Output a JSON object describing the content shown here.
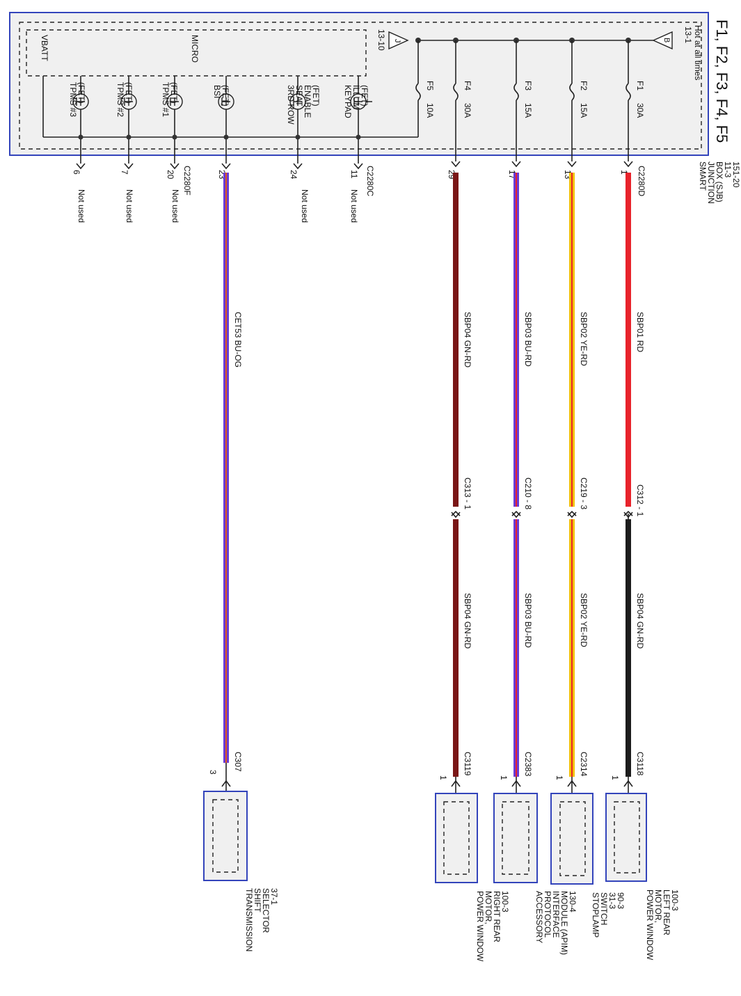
{
  "page_title": "F1, F2, F3, F4, F5",
  "sjb": {
    "hot_label": "Hot at all times",
    "hot_ref": "13-1",
    "hot_flag": "B",
    "left_ref": "13-10",
    "left_flag": "J",
    "micro": "MICRO",
    "vbatt": "VBATT",
    "name_lines": [
      "SMART",
      "JUNCTION",
      "BOX (SJB)",
      "11-3",
      "151-20"
    ]
  },
  "fuses": [
    {
      "name": "F1",
      "amps": "30A"
    },
    {
      "name": "F2",
      "amps": "15A"
    },
    {
      "name": "F3",
      "amps": "15A"
    },
    {
      "name": "F4",
      "amps": "30A"
    },
    {
      "name": "F5",
      "amps": "10A"
    }
  ],
  "fets": [
    {
      "lines": [
        "KEYPAD",
        "ILLUM",
        "(FET)"
      ]
    },
    {
      "lines": [
        "3RD ROW",
        "SEAT",
        "ENABLE",
        "(FET)"
      ]
    },
    {
      "lines": [
        "BSI",
        "(FET)"
      ]
    },
    {
      "lines": [
        "TPMS #1",
        "(FET)"
      ]
    },
    {
      "lines": [
        "TPMS #2",
        "(FET)"
      ]
    },
    {
      "lines": [
        "TPMS #3",
        "(FET)"
      ]
    }
  ],
  "connectors": {
    "c2280d": "C2280D",
    "c2280c": "C2280C",
    "c2280f": "C2280F"
  },
  "pins_sjb": {
    "p1": "1",
    "p13": "13",
    "p17": "17",
    "p29": "29",
    "p11": "11",
    "p24": "24",
    "p23": "23",
    "p20": "20",
    "p7": "7",
    "p6": "6"
  },
  "not_used": "Not used",
  "circuits": [
    {
      "upper": "SBP01  RD",
      "inline": "C312 - 1",
      "lower": "SBP04  GN-RD",
      "end_conn": "C3118",
      "end_pin": "1",
      "device": [
        "POWER WINDOW",
        "MOTOR,",
        "LEFT REAR",
        "100-3"
      ]
    },
    {
      "upper": "SBP02  YE-RD",
      "inline": "C219 - 3",
      "lower": "SBP02  YE-RD",
      "end_conn": "C2314",
      "end_pin": "1",
      "device": [
        "STOPLAMP",
        "SWITCH",
        "31-3",
        "90-3"
      ]
    },
    {
      "upper": "SBP03  BU-RD",
      "inline": "C210 - 8",
      "lower": "SBP03  BU-RD",
      "end_conn": "C2383",
      "end_pin": "1",
      "device": [
        "ACCESSORY",
        "PROTOCOL",
        "INTERFACE",
        "MODULE (APIM)",
        "130-4"
      ]
    },
    {
      "upper": "SBP04  GN-RD",
      "inline": "C313 - 1",
      "lower": "SBP04  GN-RD",
      "end_conn": "C3119",
      "end_pin": "1",
      "device": [
        "POWER WINDOW",
        "MOTOR,",
        "RIGHT REAR",
        "100-3"
      ]
    },
    {
      "upper": "CET53  BU-OG",
      "end_conn": "C307",
      "end_pin": "3",
      "device": [
        "TRANSMISSION",
        "SHIFT",
        "SELECTOR",
        "37-1"
      ]
    }
  ],
  "colors": {
    "red": "#e8232b",
    "yellow": "#f2c200",
    "blue": "#6a3ad6",
    "dark_red": "#7a1616",
    "black": "#1c1c1c",
    "orange": "#e05a1a",
    "box_border": "#3344bb"
  }
}
